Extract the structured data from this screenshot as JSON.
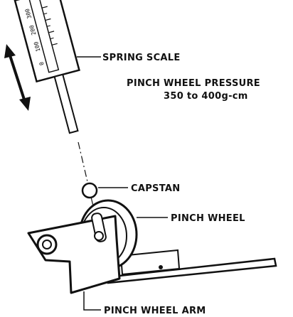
{
  "diagram": {
    "labels": {
      "spring_scale": "SPRING SCALE",
      "pressure_title": "PINCH WHEEL PRESSURE",
      "pressure_range": "350 to 400g-cm",
      "capstan": "CAPSTAN",
      "pinch_wheel": "PINCH WHEEL",
      "pinch_wheel_arm": "PINCH WHEEL ARM"
    },
    "scale_marks": [
      "300",
      "200",
      "100",
      "0"
    ]
  }
}
